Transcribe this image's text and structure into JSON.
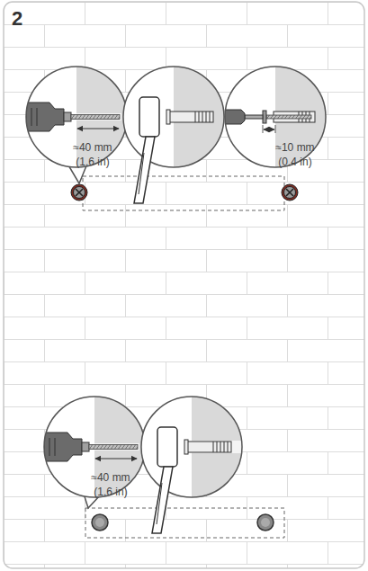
{
  "diagram": {
    "title": "2",
    "labels": [
      "≈40 mm (1.6 in)",
      "≈10 mm (0.4 in)",
      "≈40 mm (1.6 in)"
    ]
  }
}
